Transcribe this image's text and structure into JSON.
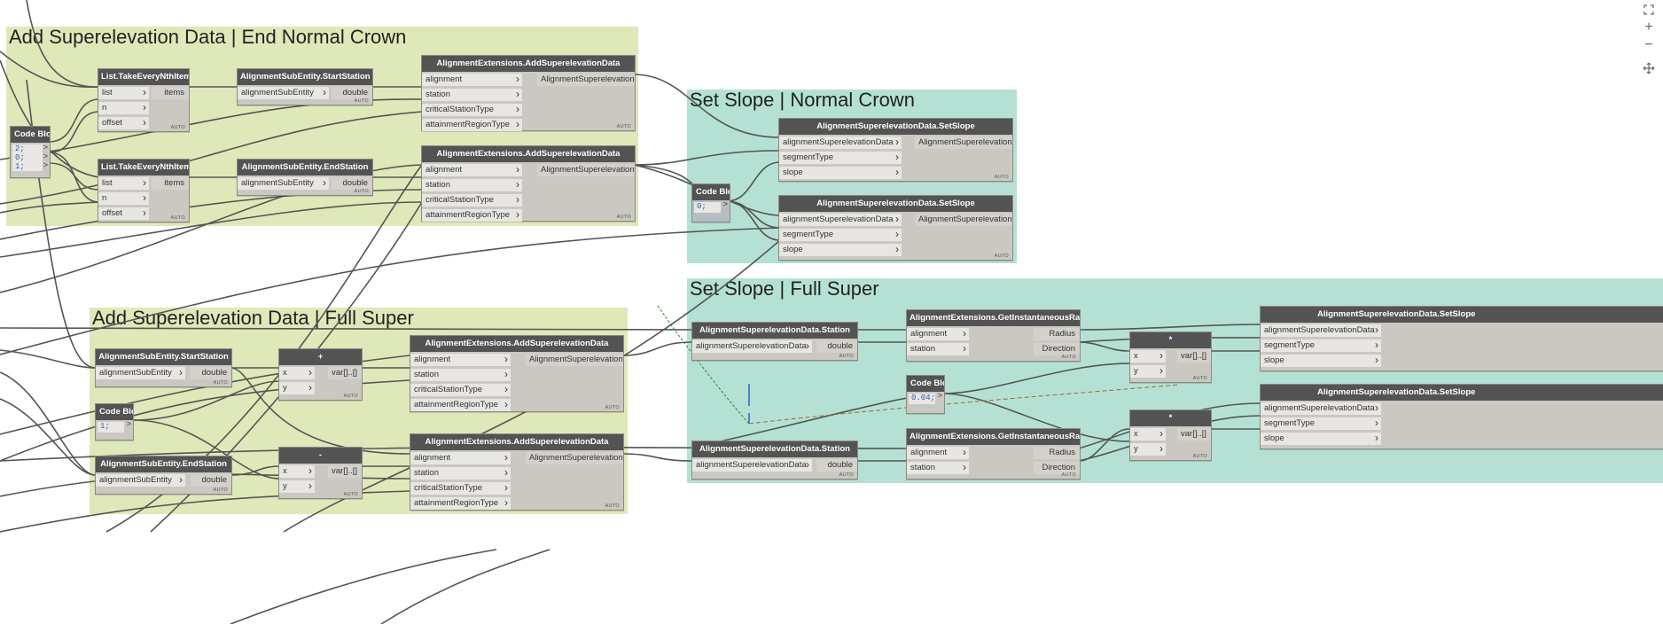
{
  "groups": {
    "g1": "Add Superelevation Data | End Normal Crown",
    "g2": "Set Slope | Normal Crown",
    "g3": "Add Superelevation Data | Full Super",
    "g4": "Set Slope | Full Super"
  },
  "colors": {
    "group_green": "#dfe8b8",
    "group_teal": "#b5e1d5",
    "node_title": "#535353",
    "node_body": "#cbc8c2",
    "code_blue": "#2a5db0"
  },
  "common": {
    "auto": "AUTO",
    "code_block": "Code Block",
    "chev": ">"
  },
  "nodes": {
    "take1": {
      "title": "List.TakeEveryNthItem",
      "inputs": [
        "list",
        "n",
        "offset"
      ],
      "output": "items"
    },
    "take2": {
      "title": "List.TakeEveryNthItem",
      "inputs": [
        "list",
        "n",
        "offset"
      ],
      "output": "items"
    },
    "code1": {
      "lines": [
        "2;",
        "0;",
        "1;"
      ]
    },
    "start1": {
      "title": "AlignmentSubEntity.StartStation",
      "inputs": [
        "alignmentSubEntity"
      ],
      "output": "double"
    },
    "end1": {
      "title": "AlignmentSubEntity.EndStation",
      "inputs": [
        "alignmentSubEntity"
      ],
      "output": "double"
    },
    "add1": {
      "title": "AlignmentExtensions.AddSuperelevationData",
      "inputs": [
        "alignment",
        "station",
        "criticalStationType",
        "attainmentRegionType"
      ],
      "output": "AlignmentSuperelevationData"
    },
    "add2": {
      "title": "AlignmentExtensions.AddSuperelevationData",
      "inputs": [
        "alignment",
        "station",
        "criticalStationType",
        "attainmentRegionType"
      ],
      "output": "AlignmentSuperelevationData"
    },
    "slope1": {
      "title": "AlignmentSuperelevationData.SetSlope",
      "inputs": [
        "alignmentSuperelevationData",
        "segmentType",
        "slope"
      ],
      "output": "AlignmentSuperelevationData"
    },
    "slope2": {
      "title": "AlignmentSuperelevationData.SetSlope",
      "inputs": [
        "alignmentSuperelevationData",
        "segmentType",
        "slope"
      ],
      "output": "AlignmentSuperelevationData"
    },
    "code2": {
      "lines": [
        "0;"
      ]
    },
    "start2": {
      "title": "AlignmentSubEntity.StartStation",
      "inputs": [
        "alignmentSubEntity"
      ],
      "output": "double"
    },
    "end2": {
      "title": "AlignmentSubEntity.EndStation",
      "inputs": [
        "alignmentSubEntity"
      ],
      "output": "double"
    },
    "code3": {
      "lines": [
        "1;"
      ]
    },
    "plus": {
      "title": "+",
      "inputs": [
        "x",
        "y"
      ],
      "output": "var[]..[]"
    },
    "minus": {
      "title": "-",
      "inputs": [
        "x",
        "y"
      ],
      "output": "var[]..[]"
    },
    "add3": {
      "title": "AlignmentExtensions.AddSuperelevationData",
      "inputs": [
        "alignment",
        "station",
        "criticalStationType",
        "attainmentRegionType"
      ],
      "output": "AlignmentSuperelevationData"
    },
    "add4": {
      "title": "AlignmentExtensions.AddSuperelevationData",
      "inputs": [
        "alignment",
        "station",
        "criticalStationType",
        "attainmentRegionType"
      ],
      "output": "AlignmentSuperelevationData"
    },
    "station1": {
      "title": "AlignmentSuperelevationData.Station",
      "inputs": [
        "alignmentSuperelevationData"
      ],
      "output": "double"
    },
    "station2": {
      "title": "AlignmentSuperelevationData.Station",
      "inputs": [
        "alignmentSuperelevationData"
      ],
      "output": "double"
    },
    "radius1": {
      "title": "AlignmentExtensions.GetInstantaneousRadiusAtStation",
      "inputs": [
        "alignment",
        "station"
      ],
      "outputs": [
        "Radius",
        "Direction"
      ]
    },
    "radius2": {
      "title": "AlignmentExtensions.GetInstantaneousRadiusAtStation",
      "inputs": [
        "alignment",
        "station"
      ],
      "outputs": [
        "Radius",
        "Direction"
      ]
    },
    "code4": {
      "lines": [
        "0.04;"
      ]
    },
    "mult1": {
      "title": "*",
      "inputs": [
        "x",
        "y"
      ],
      "output": "var[]..[]"
    },
    "mult2": {
      "title": "*",
      "inputs": [
        "x",
        "y"
      ],
      "output": "var[]..[]"
    },
    "slope3": {
      "title": "AlignmentSuperelevationData.SetSlope",
      "inputs": [
        "alignmentSuperelevationData",
        "segmentType",
        "slope"
      ]
    },
    "slope4": {
      "title": "AlignmentSuperelevationData.SetSlope",
      "inputs": [
        "alignmentSuperelevationData",
        "segmentType",
        "slope"
      ]
    }
  },
  "controls": {
    "fit_icon": "fit-view-icon",
    "zoom_in": "+",
    "zoom_out": "−",
    "pan_icon": "pan-icon"
  }
}
